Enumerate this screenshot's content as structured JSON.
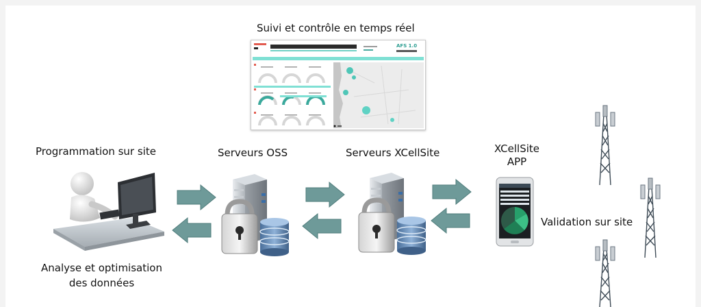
{
  "labels": {
    "dashboard_title": "Suivi et contrôle en temps réel",
    "programmation": "Programmation sur site",
    "serveurs_oss": "Serveurs OSS",
    "serveurs_xcellsite": "Serveurs XCellSite",
    "xcellsite_app_line1": "XCellSite",
    "xcellsite_app_line2": "APP",
    "validation": "Validation sur site",
    "analyse_line1": "Analyse et optimisation",
    "analyse_line2": "des données"
  },
  "dashboard": {
    "brand": "AFS 1.0"
  },
  "icons": {
    "person": "person-computer-icon",
    "oss_server": "server-lock-database-icon",
    "xcellsite_server": "server-lock-database-icon",
    "phone": "smartphone-app-icon",
    "tower": "cell-tower-icon"
  },
  "colors": {
    "arrow_fill": "#6e9a99",
    "arrow_dark": "#4f7c7b",
    "teal_accent": "#6fd0c4",
    "server_gray": "#b9bec3"
  }
}
